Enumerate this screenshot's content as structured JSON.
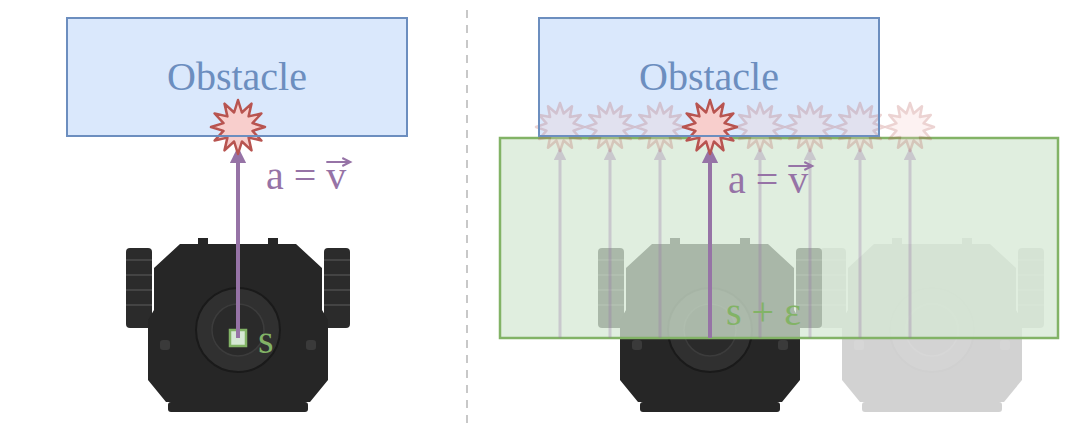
{
  "diagram": {
    "nodes": [
      {
        "text": [
          "Obstacle"
        ]
      },
      {
        "text": [
          "Obstacle"
        ]
      }
    ],
    "labels": [
      "a = v",
      "s",
      "a = v",
      "s + ε"
    ]
  }
}
